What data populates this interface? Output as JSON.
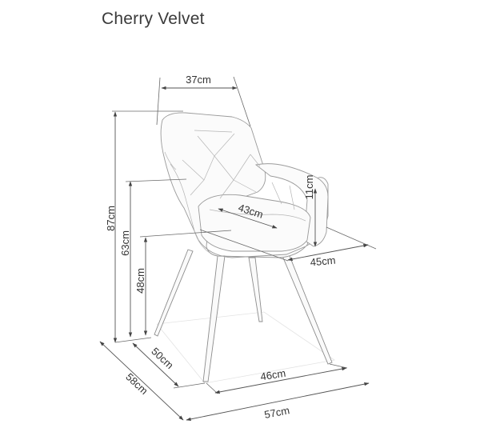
{
  "title": "Cherry Velvet",
  "colors": {
    "background": "#ffffff",
    "text": "#333333",
    "dimension_line": "#555555",
    "chair_outline": "#9a9a9a"
  },
  "dimensions": {
    "seat_back_width": "37cm",
    "total_height": "87cm",
    "armrest_height": "63cm",
    "seat_height": "48cm",
    "seat_depth": "43cm",
    "armrest_pad_height": "11cm",
    "seat_width": "45cm",
    "leg_depth": "50cm",
    "leg_width": "46cm",
    "total_depth": "58cm",
    "total_width": "57cm"
  }
}
